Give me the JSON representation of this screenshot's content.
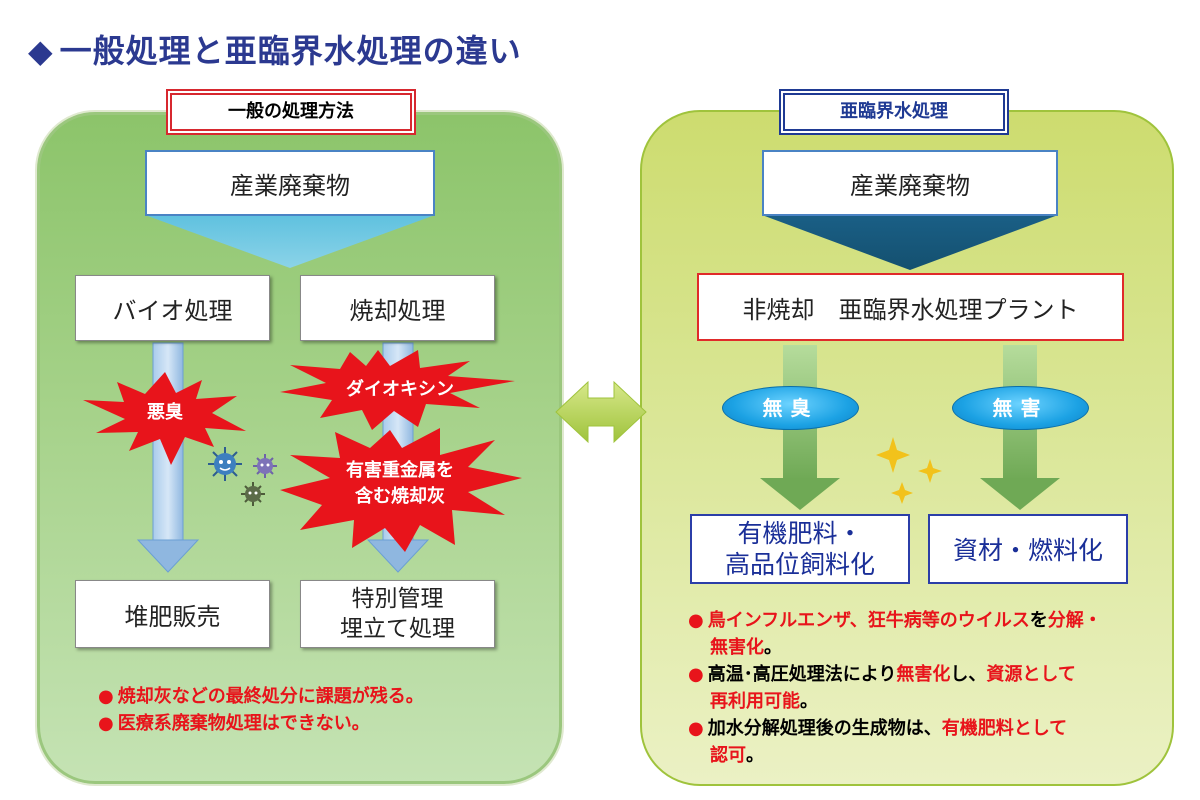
{
  "title": "一般処理と亜臨界水処理の違い",
  "title_marker": "◆",
  "left": {
    "tag": "一般の処理方法",
    "top_box": "産業廃棄物",
    "bio": "バイオ処理",
    "incineration": "焼却処理",
    "bad_smell": "悪臭",
    "dioxin": "ダイオキシン",
    "heavy_metal_line1": "有害重金属を",
    "heavy_metal_line2": "含む焼却灰",
    "compost": "堆肥販売",
    "landfill_line1": "特別管理",
    "landfill_line2": "埋立て処理",
    "notes": [
      "焼却灰などの最終処分に課題が残る。",
      "医療系廃棄物処理はできない。"
    ]
  },
  "right": {
    "tag": "亜臨界水処理",
    "top_box": "産業廃棄物",
    "plant": "非焼却　亜臨界水処理プラント",
    "odorless": "無臭",
    "harmless": "無害",
    "fertilizer_line1": "有機肥料・",
    "fertilizer_line2": "高品位飼料化",
    "materials": "資材・燃料化",
    "note1_red1": "鳥インフルエンザ、狂牛病等のウイルス",
    "note1_black": "を",
    "note1_red2": "分解・",
    "note1_line2": "無害化",
    "note1_end": "。",
    "note2_a": "高温･高圧処理法により",
    "note2_red1": "無害化",
    "note2_b": "し、",
    "note2_red2": "資源として",
    "note2_line2": "再利用可能",
    "note2_end": "。",
    "note3_a": "加水分解処理後の生成物は、",
    "note3_red": "有機肥料として",
    "note3_line2_red": "認可",
    "note3_end": "。"
  },
  "colors": {
    "title": "#2b3990",
    "red_text": "#e8141b",
    "burst": "#e8141b",
    "left_panel": "#a6d28a",
    "right_panel": "#dbe79a",
    "arrow_blue": "#7fb0e0",
    "arrow_green": "#86bf6a"
  },
  "icons": {
    "center_arrow": "double-arrow-icon",
    "germs": "germ-icon",
    "sparkles": "sparkle-icon"
  }
}
